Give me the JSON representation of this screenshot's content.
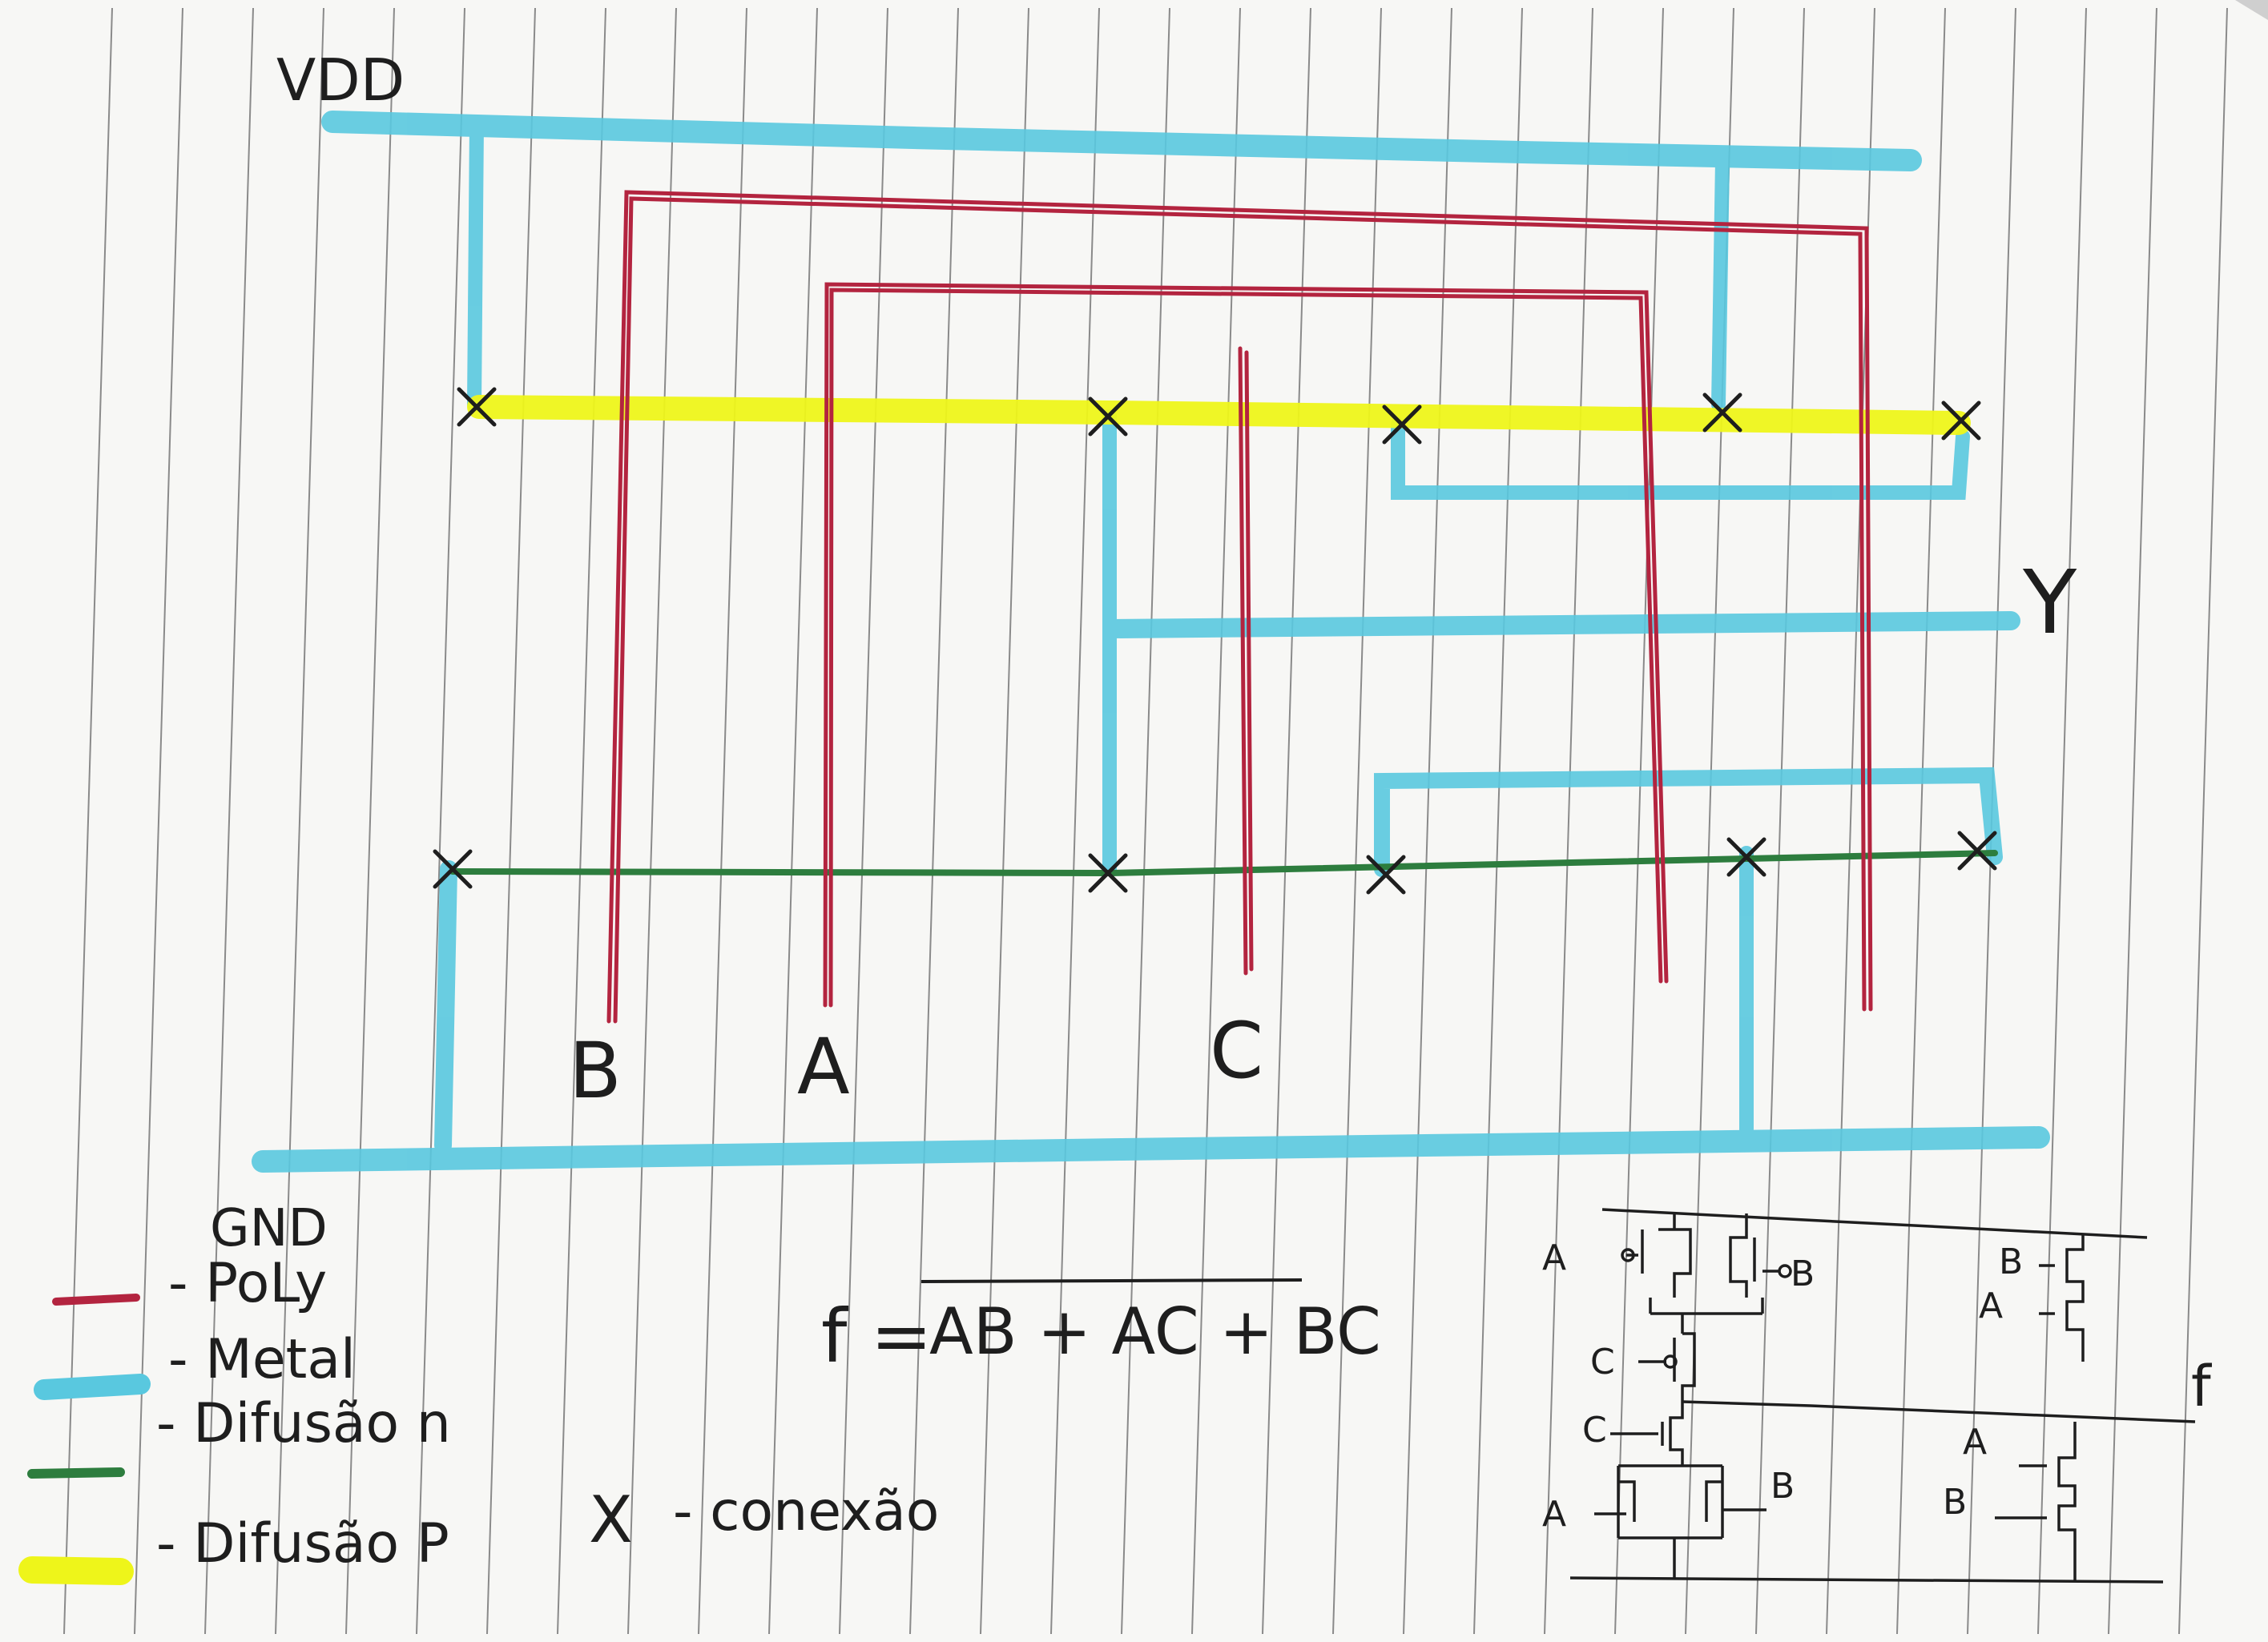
{
  "colors": {
    "poly": "#b3243f",
    "metal": "#59c8df",
    "diff_n": "#2d7d3e",
    "diff_p": "#eef51a",
    "ink": "#1e1e1e",
    "paper": "#f7f7f5",
    "rule": "#8a8a8a"
  },
  "rails": {
    "vdd": "VDD",
    "gnd": "GND"
  },
  "inputs": {
    "b": "B",
    "a": "A",
    "c": "C"
  },
  "output": "Y",
  "legend": {
    "poly": "- PoLy",
    "metal": "- Metal",
    "diff_n": "- Difusão n",
    "diff_p": "- Difusão P",
    "contact_mark": "X",
    "contact": "- conexão"
  },
  "formula": {
    "lhs": "f =",
    "rhs": "AB + AC + BC"
  },
  "schematic": {
    "labels": [
      "A",
      "B",
      "C",
      "C",
      "A",
      "B",
      "B",
      "A",
      "f",
      "A",
      "B"
    ]
  }
}
